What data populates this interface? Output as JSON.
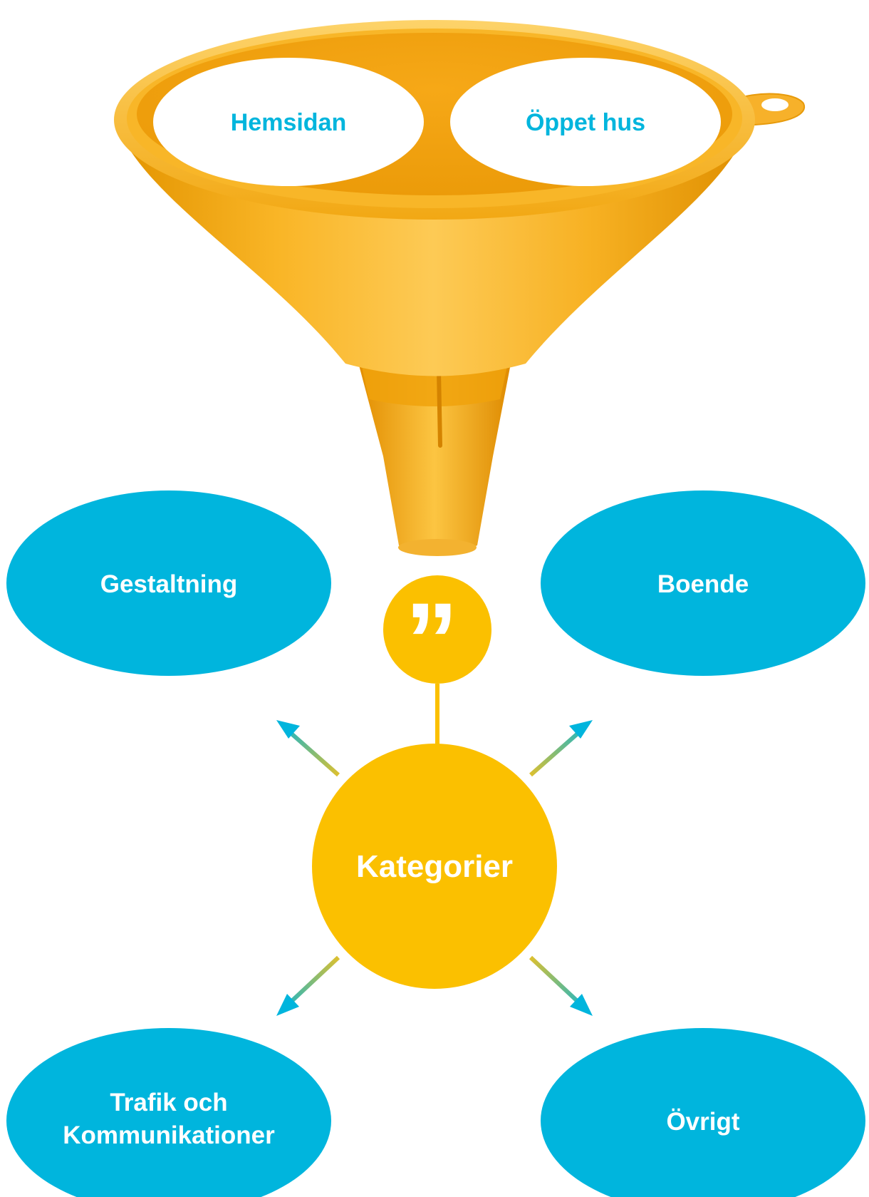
{
  "colors": {
    "cyan": "#00b5dd",
    "yellow": "#fbc000",
    "funnel_light": "#fcc23a",
    "funnel_mid": "#f6ad19",
    "funnel_dark": "#e08d00",
    "white": "#ffffff"
  },
  "inputs": [
    {
      "label": "Hemsidan"
    },
    {
      "label": "Öppet hus"
    }
  ],
  "quote_icon": {
    "glyph": "”",
    "icon": "quote-icon"
  },
  "center": {
    "label": "Kategorier"
  },
  "categories": [
    {
      "label_lines": [
        "Gestaltning"
      ]
    },
    {
      "label_lines": [
        "Boende"
      ]
    },
    {
      "label_lines": [
        "Trafik och",
        "Kommunikationer"
      ]
    },
    {
      "label_lines": [
        "Övrigt"
      ]
    }
  ]
}
